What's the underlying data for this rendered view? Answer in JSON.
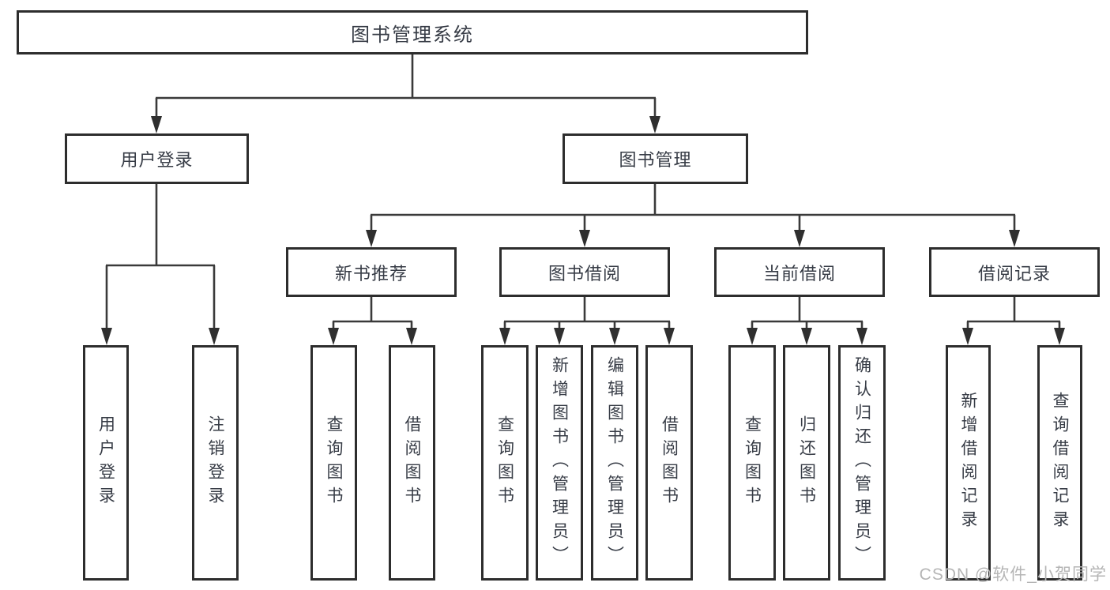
{
  "diagram": {
    "title": "图书管理系统",
    "root": {
      "label": "图书管理系统"
    },
    "level2": [
      {
        "id": "user-login",
        "label": "用户登录"
      },
      {
        "id": "book-management",
        "label": "图书管理"
      }
    ],
    "level3": [
      {
        "id": "new-book-recommend",
        "label": "新书推荐",
        "parent": "book-management"
      },
      {
        "id": "book-borrowing",
        "label": "图书借阅",
        "parent": "book-management"
      },
      {
        "id": "current-borrowing",
        "label": "当前借阅",
        "parent": "book-management"
      },
      {
        "id": "borrowing-records",
        "label": "借阅记录",
        "parent": "book-management"
      }
    ],
    "leaves": [
      {
        "id": "user-login-action",
        "label": "用户登录",
        "parent": "user-login"
      },
      {
        "id": "logout",
        "label": "注销登录",
        "parent": "user-login"
      },
      {
        "id": "query-books-1",
        "label": "查询图书",
        "parent": "new-book-recommend"
      },
      {
        "id": "borrow-books-1",
        "label": "借阅图书",
        "parent": "new-book-recommend"
      },
      {
        "id": "query-books-2",
        "label": "查询图书",
        "parent": "book-borrowing"
      },
      {
        "id": "add-books-admin",
        "label": "新增图书（管理员）",
        "parent": "book-borrowing"
      },
      {
        "id": "edit-books-admin",
        "label": "编辑图书（管理员）",
        "parent": "book-borrowing"
      },
      {
        "id": "borrow-books-2",
        "label": "借阅图书",
        "parent": "book-borrowing"
      },
      {
        "id": "query-books-3",
        "label": "查询图书",
        "parent": "current-borrowing"
      },
      {
        "id": "return-books",
        "label": "归还图书",
        "parent": "current-borrowing"
      },
      {
        "id": "confirm-return-admin",
        "label": "确认归还（管理员）",
        "parent": "current-borrowing"
      },
      {
        "id": "add-borrow-record",
        "label": "新增借阅记录",
        "parent": "borrowing-records"
      },
      {
        "id": "query-borrow-record",
        "label": "查询借阅记录",
        "parent": "borrowing-records"
      }
    ],
    "watermark": "CSDN @软件_小贺同学",
    "colors": {
      "border": "#2d2d2d",
      "line": "#3a3a3a",
      "text": "#373c46",
      "watermark": "#b5b5b5",
      "background": "#ffffff"
    }
  }
}
